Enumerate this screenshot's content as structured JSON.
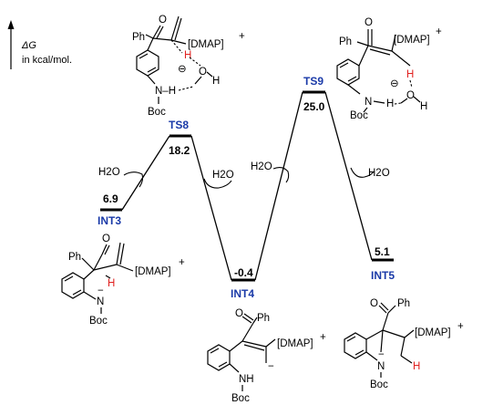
{
  "axis": {
    "symbol": "ΔG",
    "unit_text": "in kcal/mol."
  },
  "states": [
    {
      "id": "int3",
      "name": "INT3",
      "energy": "6.9"
    },
    {
      "id": "ts8",
      "name": "TS8",
      "energy": "18.2"
    },
    {
      "id": "int4",
      "name": "INT4",
      "energy": "-0.4"
    },
    {
      "id": "ts9",
      "name": "TS9",
      "energy": "25.0"
    },
    {
      "id": "int5",
      "name": "INT5",
      "energy": "5.1"
    }
  ],
  "water_labels": {
    "a": "H2O",
    "b": "H2O",
    "c": "H2O",
    "d": "H2O"
  },
  "structures": {
    "int3": {
      "ph": "Ph",
      "o": "O",
      "dmap": "[DMAP]",
      "charge": "+",
      "h": "H",
      "n": "N",
      "neg": "−",
      "boc": "Boc"
    },
    "ts8": {
      "ph": "Ph",
      "o": "O",
      "dmap": "[DMAP]",
      "charge": "+",
      "h_red": "H",
      "water_o": "O",
      "water_h": "H",
      "minus": "⊖",
      "nh": "N–H",
      "boc": "Boc"
    },
    "int4": {
      "o": "O",
      "ph": "Ph",
      "dmap": "[DMAP]",
      "charge": "+",
      "nh": "NH",
      "neg": "−",
      "boc": "Boc"
    },
    "ts9": {
      "ph": "Ph",
      "o": "O",
      "dmap": "[DMAP]",
      "charge": "+",
      "h_red": "H",
      "water_o": "O",
      "water_h": "H",
      "minus": "⊖",
      "n": "N",
      "h": "H",
      "boc": "Boc"
    },
    "int5": {
      "o": "O",
      "ph": "Ph",
      "dmap": "[DMAP]",
      "charge": "+",
      "n": "N",
      "neg": "−",
      "h_red": "H",
      "boc": "Boc"
    }
  }
}
